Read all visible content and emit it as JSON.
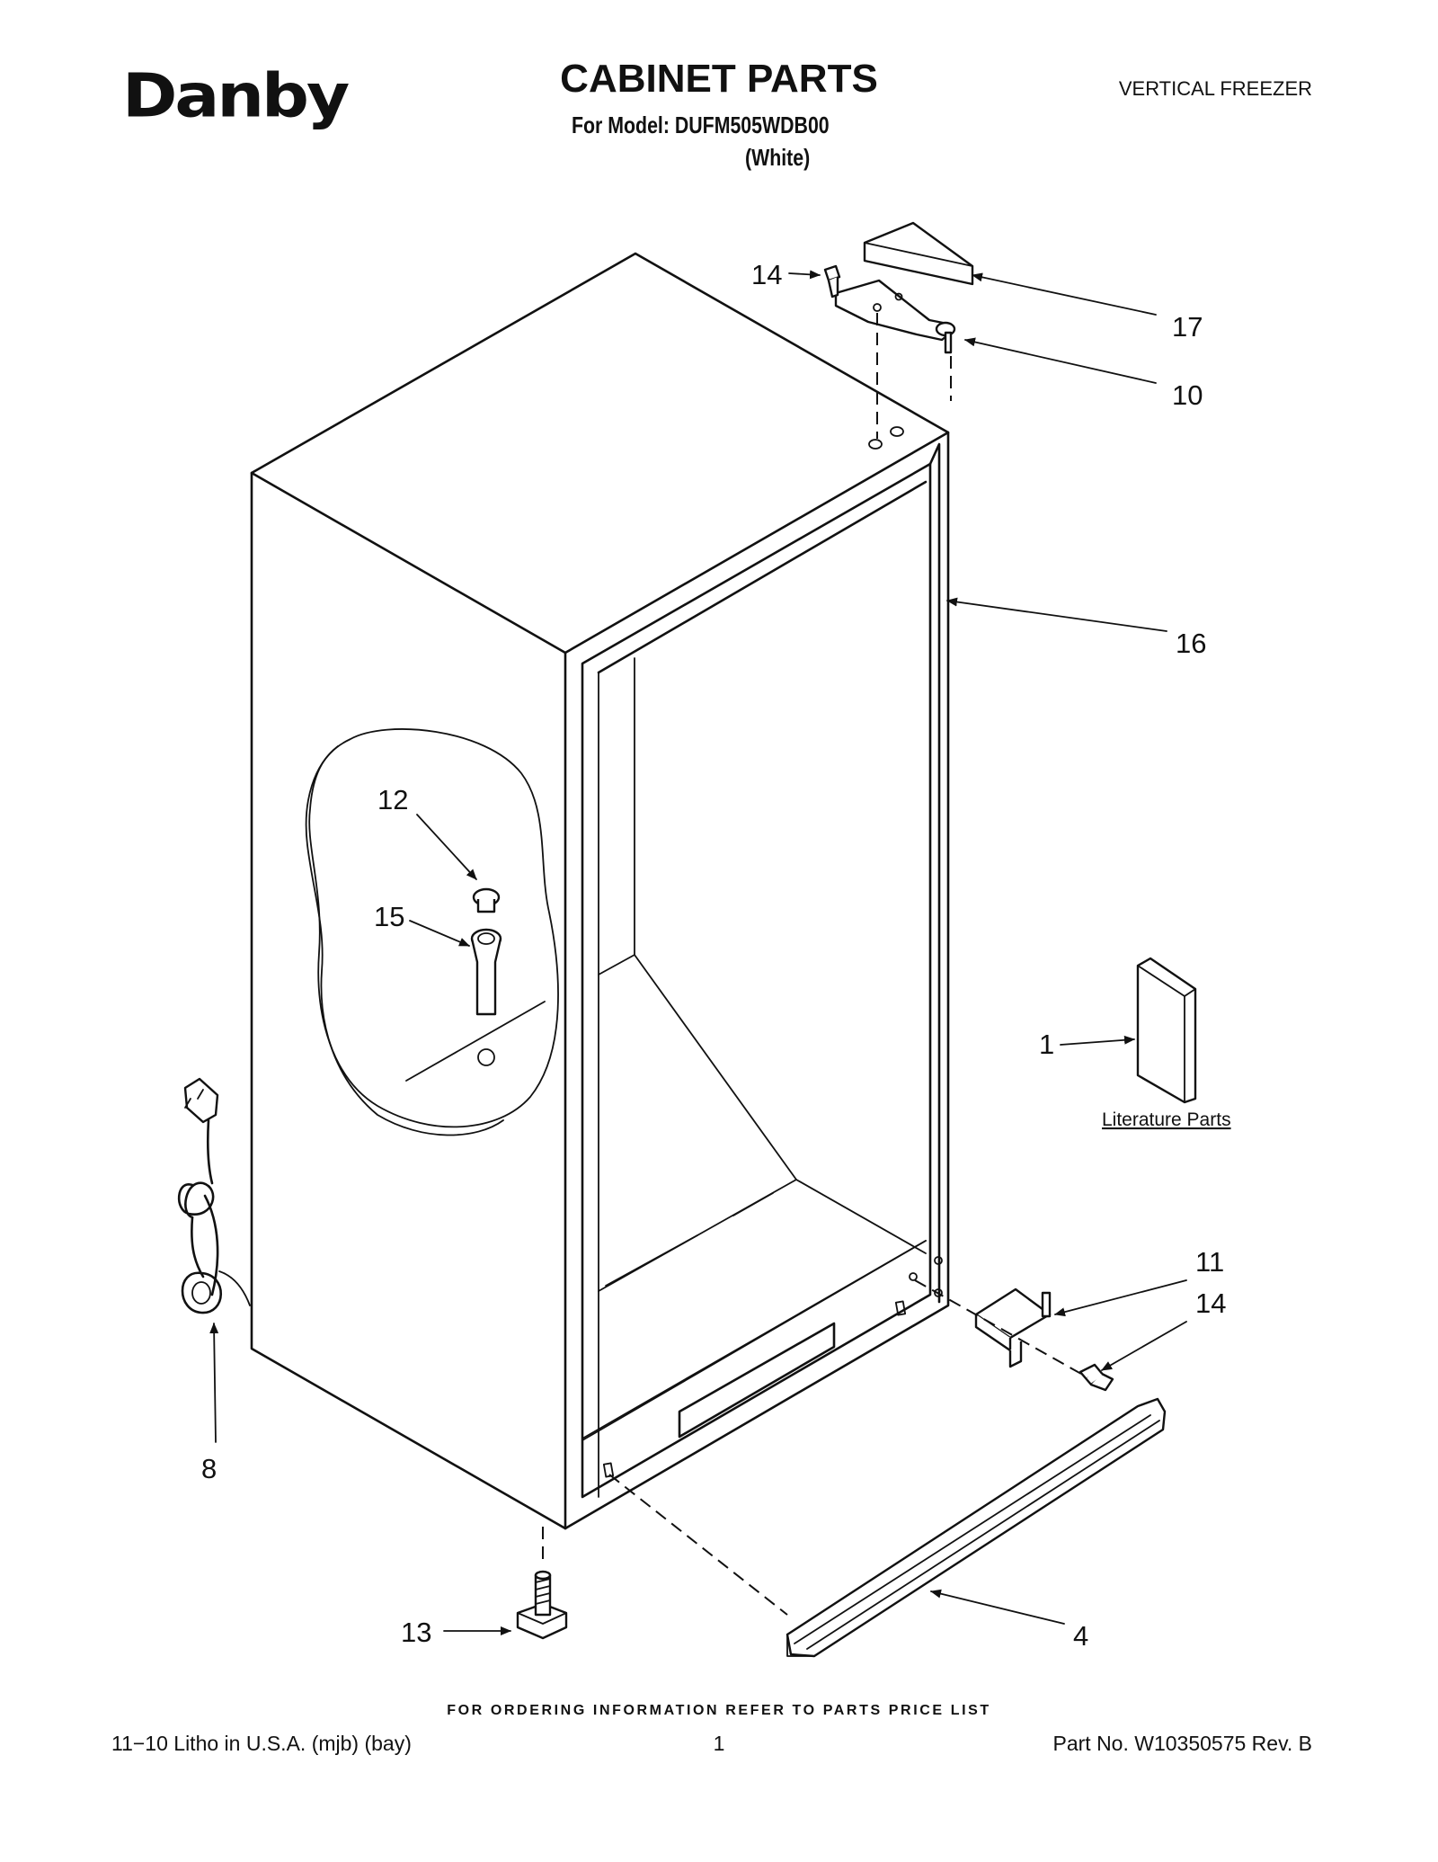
{
  "header": {
    "brand": "Danby",
    "title": "CABINET PARTS",
    "model": "For Model: DUFM505WDB00",
    "color": "(White)",
    "category": "VERTICAL FREEZER"
  },
  "diagram": {
    "callouts": [
      "14",
      "17",
      "10",
      "16",
      "12",
      "15",
      "1",
      "11",
      "14",
      "8",
      "13",
      "4"
    ],
    "literature_label": "Literature Parts"
  },
  "footer": {
    "ordering_note": "FOR ORDERING INFORMATION REFER TO PARTS PRICE LIST",
    "litho": "11−10 Litho in U.S.A. (mjb) (bay)",
    "page": "1",
    "part_no": "Part No. W10350575 Rev. B"
  }
}
